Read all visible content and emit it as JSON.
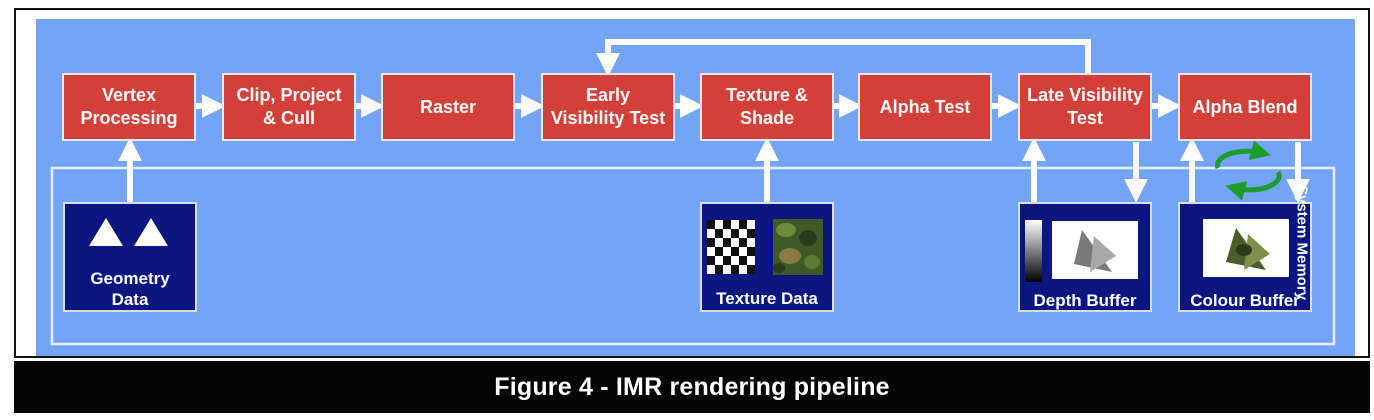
{
  "caption": "Figure 4 - IMR rendering pipeline",
  "stages": [
    {
      "label": "Vertex\nProcessing"
    },
    {
      "label": "Clip, Project\n& Cull"
    },
    {
      "label": "Raster"
    },
    {
      "label": "Early\nVisibility Test"
    },
    {
      "label": "Texture &\nShade"
    },
    {
      "label": "Alpha Test"
    },
    {
      "label": "Late Visibility\nTest"
    },
    {
      "label": "Alpha Blend"
    }
  ],
  "memory": {
    "region_label": "System Memory",
    "geometry": {
      "label": "Geometry\nData"
    },
    "texture": {
      "label": "Texture Data"
    },
    "depth": {
      "label": "Depth Buffer"
    },
    "colour": {
      "label": "Colour Buffer"
    }
  },
  "colors": {
    "panel": "#73a4f5",
    "stage": "#d3403a",
    "memory_box": "#0b1680",
    "arrow": "#ffffff",
    "cycle_arrow": "#1c9c2c",
    "caption_bar": "#050505"
  }
}
